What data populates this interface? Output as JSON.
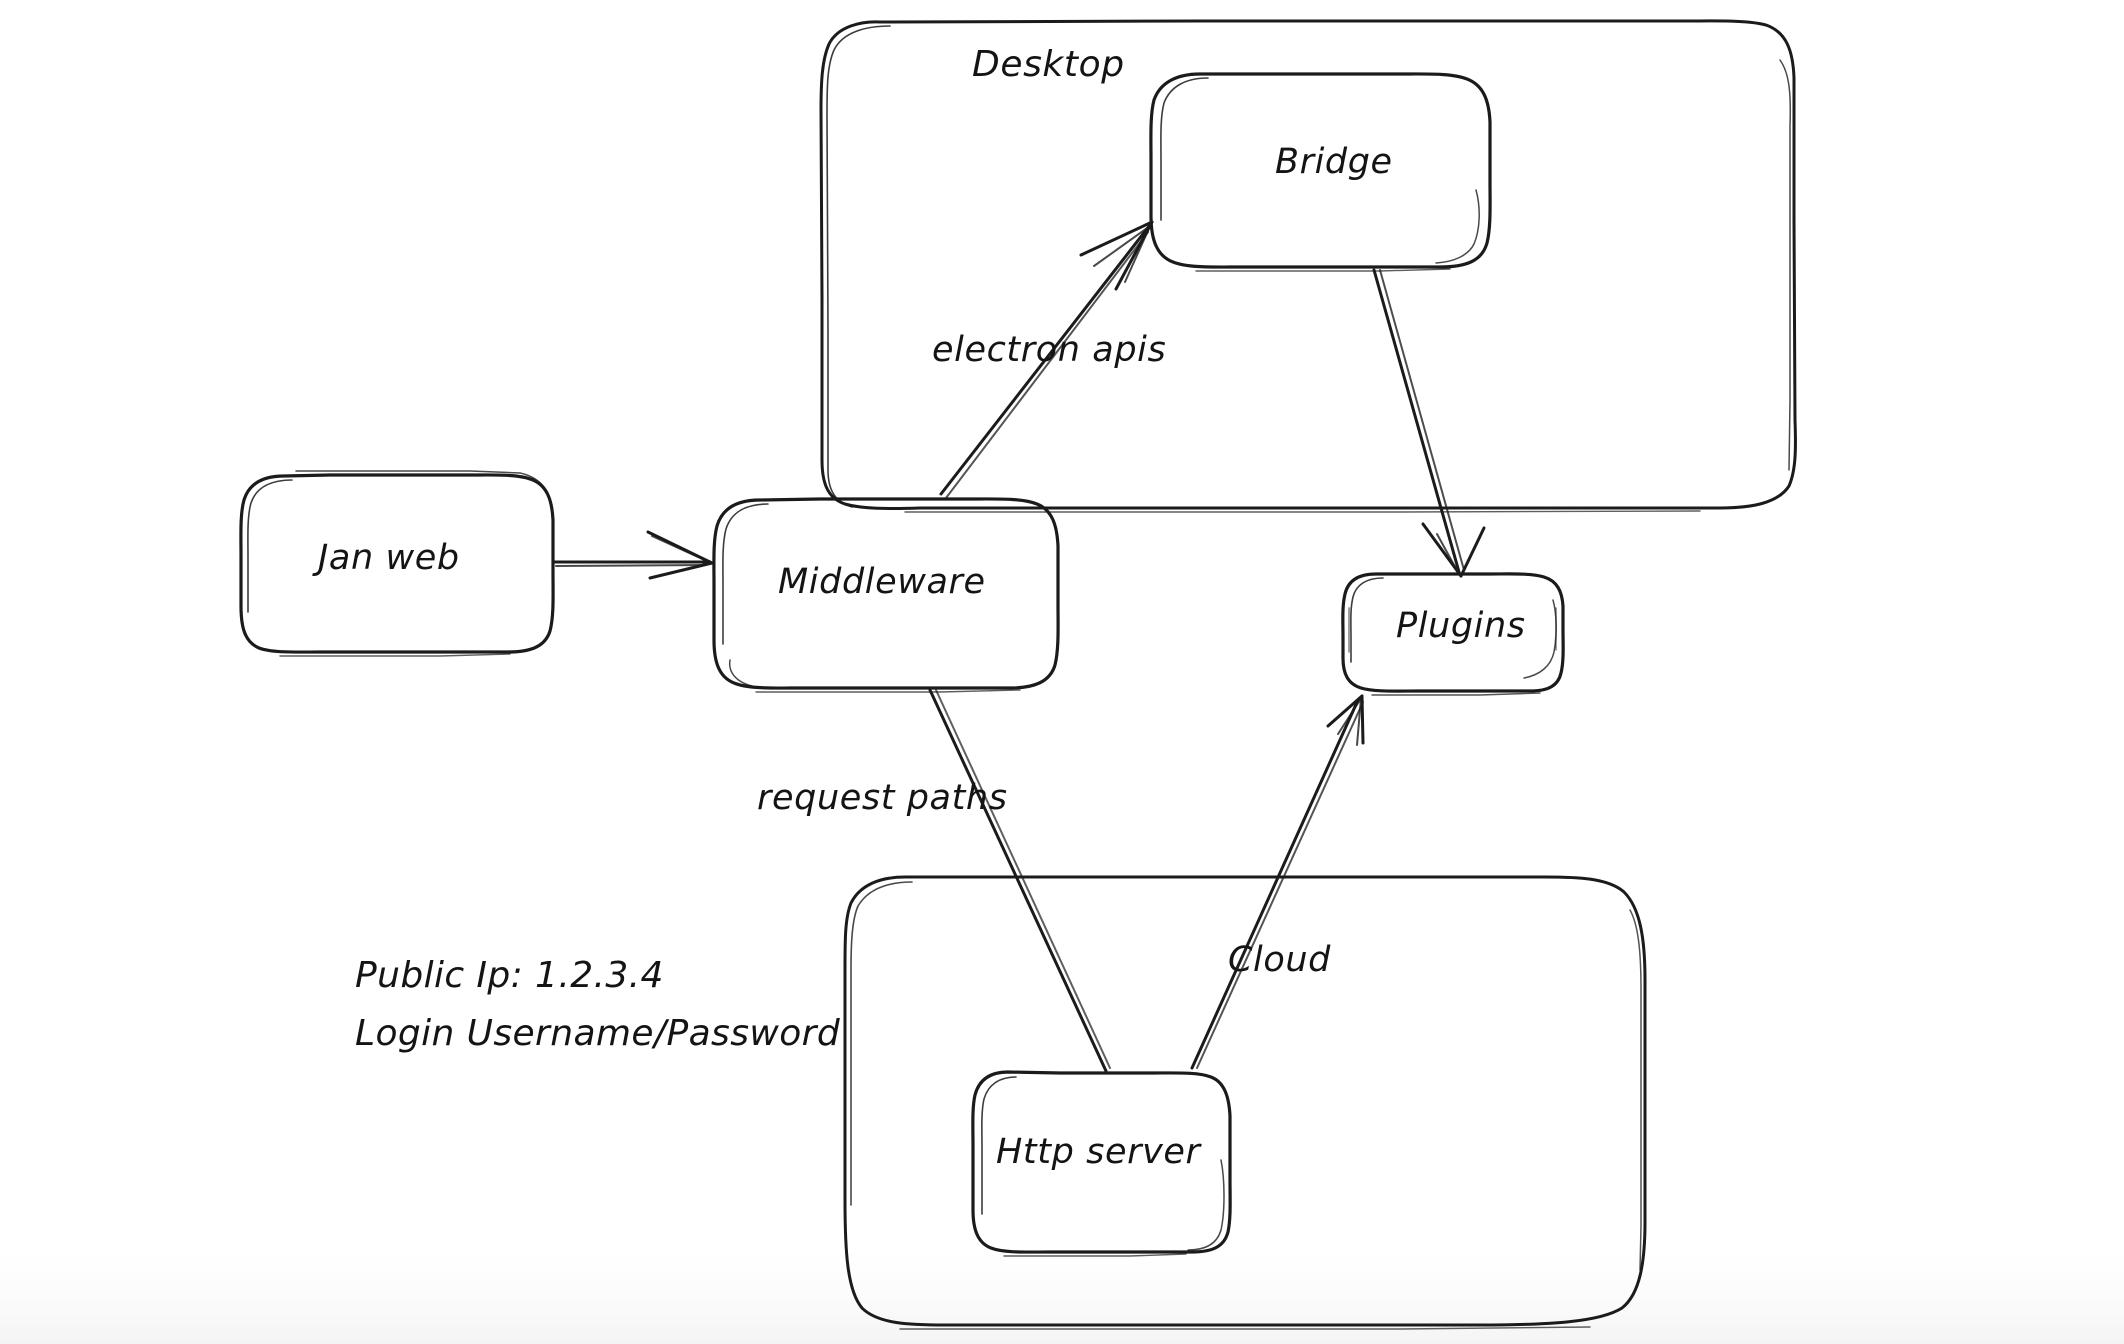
{
  "diagram": {
    "title": "Jan application architecture sketch",
    "style": "hand-drawn whiteboard sketch",
    "stroke_color": "#1b1b1b",
    "background_color": "#ffffff"
  },
  "containers": [
    {
      "id": "desktop",
      "label": "Desktop"
    },
    {
      "id": "cloud_box",
      "label": ""
    }
  ],
  "nodes": [
    {
      "id": "jan_web",
      "label": "Jan web"
    },
    {
      "id": "middleware",
      "label": "Middleware"
    },
    {
      "id": "bridge",
      "label": "Bridge"
    },
    {
      "id": "plugins",
      "label": "Plugins"
    },
    {
      "id": "http_server",
      "label": "Http server"
    }
  ],
  "edges": [
    {
      "id": "e_janweb_middleware",
      "from": "jan_web",
      "to": "middleware",
      "label": ""
    },
    {
      "id": "e_middleware_bridge",
      "from": "middleware",
      "to": "bridge",
      "label": "electron apis"
    },
    {
      "id": "e_bridge_plugins",
      "from": "bridge",
      "to": "plugins",
      "label": ""
    },
    {
      "id": "e_middleware_httpserver",
      "from": "middleware",
      "to": "http_server",
      "label": "request paths"
    },
    {
      "id": "e_httpserver_plugins",
      "from": "http_server",
      "to": "plugins",
      "label": "Cloud"
    }
  ],
  "notes": {
    "line1": "Public Ip: 1.2.3.4",
    "line2": "Login Username/Password"
  }
}
